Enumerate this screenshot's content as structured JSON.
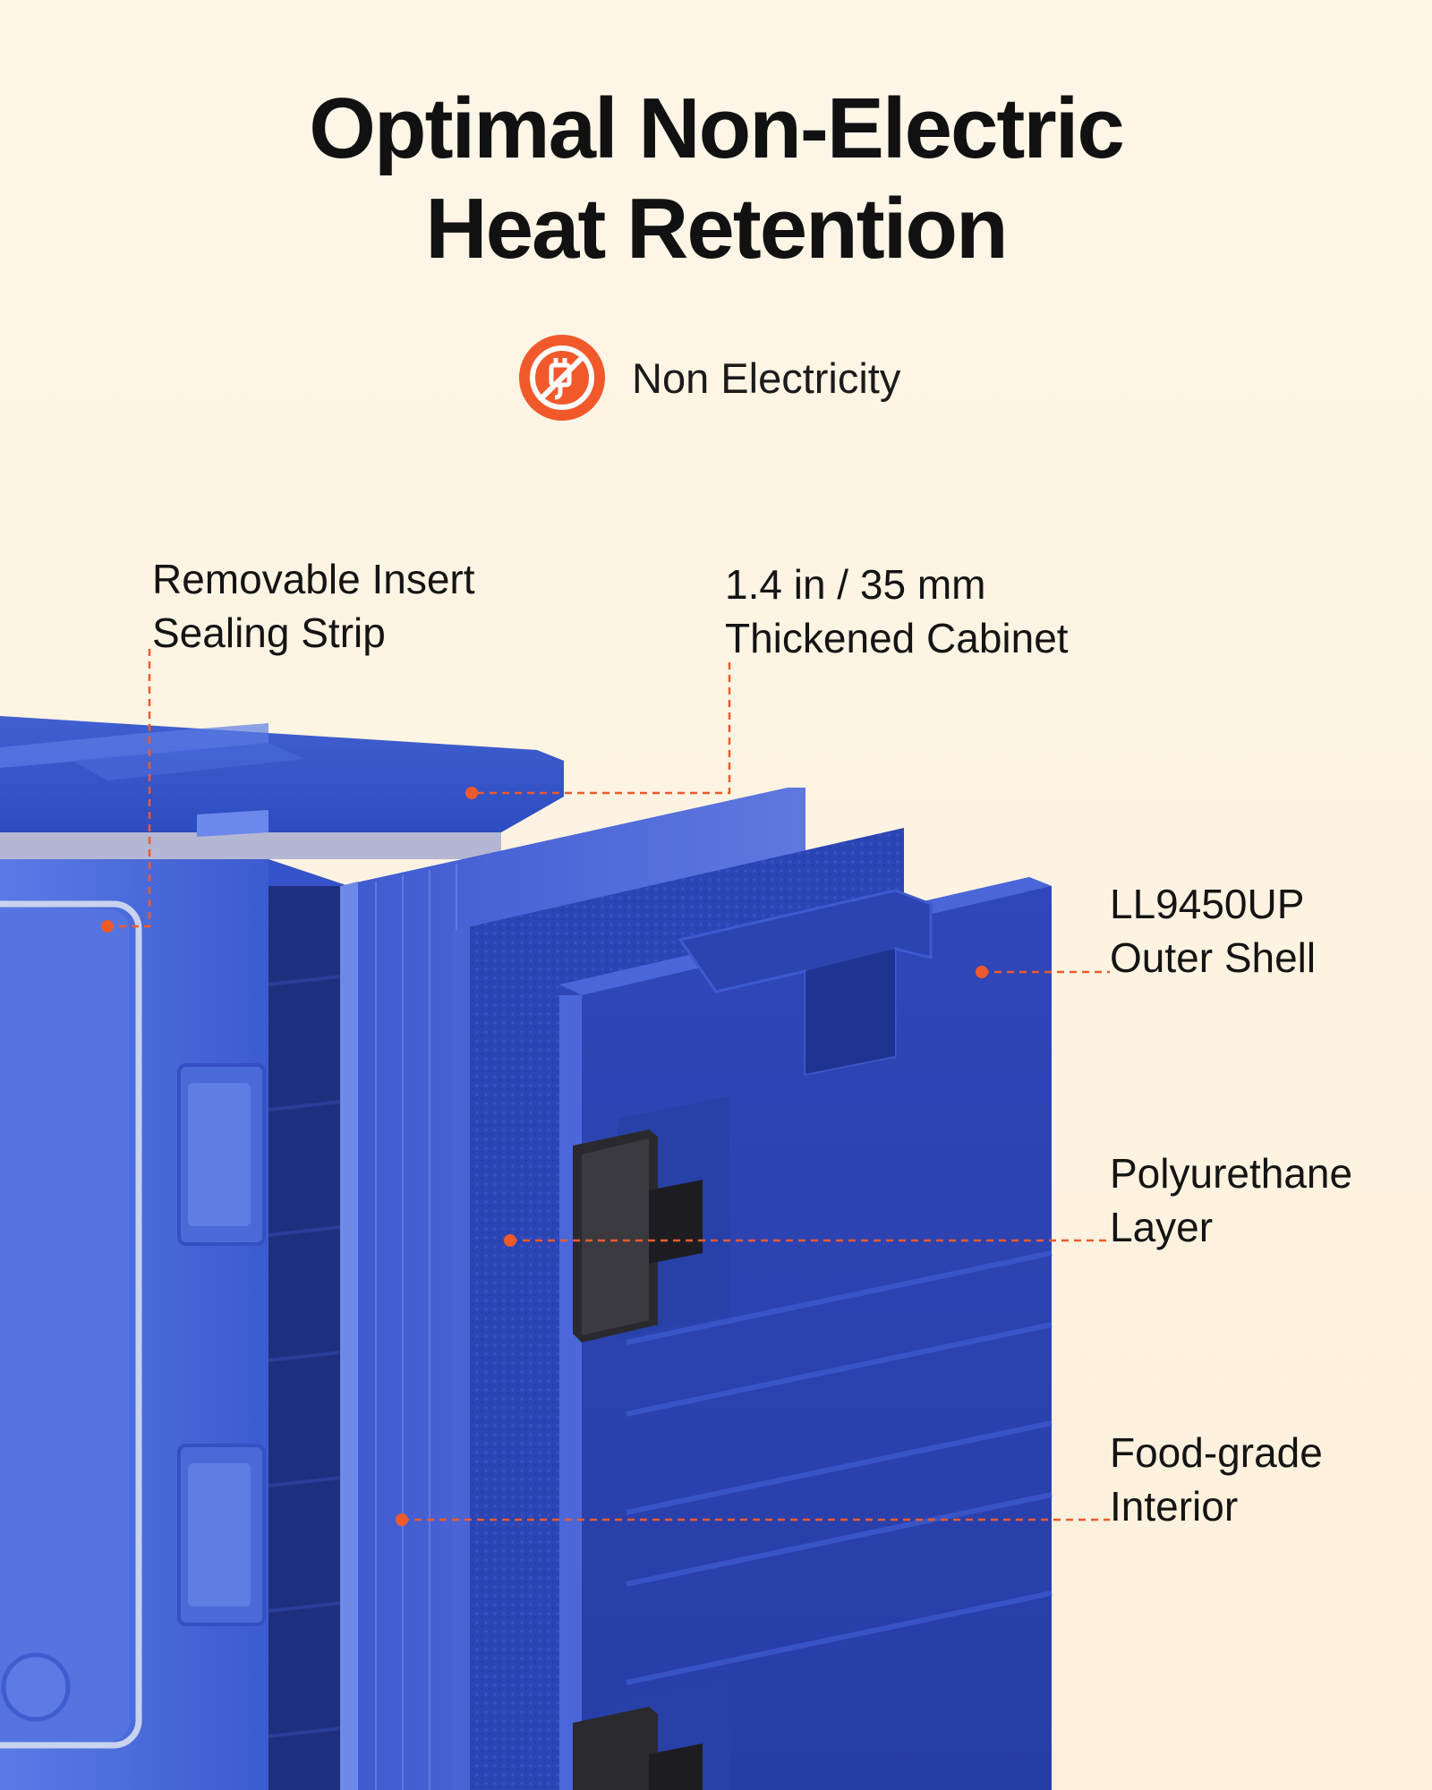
{
  "title": {
    "line1": "Optimal Non-Electric",
    "line2": "Heat Retention"
  },
  "badge": {
    "icon": "no-plug-icon",
    "text": "Non Electricity",
    "color": "#f1592a"
  },
  "callouts": {
    "sealing_strip": {
      "line1": "Removable Insert",
      "line2": "Sealing Strip"
    },
    "cabinet": {
      "line1": "1.4 in / 35 mm",
      "line2": "Thickened Cabinet"
    },
    "outer_shell": {
      "line1": "LL9450UP",
      "line2": "Outer Shell"
    },
    "polyurethane": {
      "line1": "Polyurethane",
      "line2": "Layer"
    },
    "interior": {
      "line1": "Food-grade",
      "line2": "Interior"
    }
  },
  "colors": {
    "accent": "#f1592a",
    "product_blue": "#2f4fc4",
    "product_dark": "#243a9c",
    "background": "#fdf3e3"
  }
}
